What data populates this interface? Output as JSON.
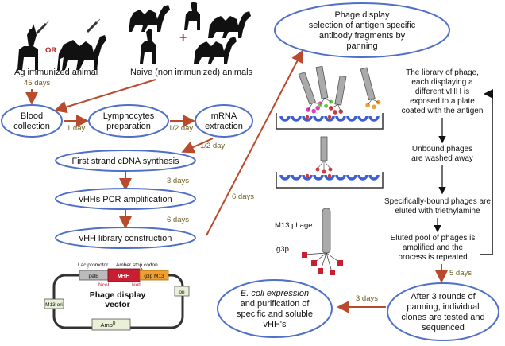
{
  "labels": {
    "ag_animal": "Ag immunized animal",
    "or": "OR",
    "naive": "Naive (non immunized) animals",
    "plus": "+",
    "t45": "45 days"
  },
  "nodes": {
    "blood": [
      "Blood",
      "collection"
    ],
    "lymph": [
      "Lymphocytes",
      "preparation"
    ],
    "mrna": [
      "mRNA",
      "extraction"
    ],
    "cdna": "First strand cDNA synthesis",
    "pcr": "vHHs PCR amplification",
    "lib": "vHH library construction",
    "phage_panning": [
      "Phage display",
      "selection of antigen specific",
      "antibody fragments by",
      "panning"
    ],
    "ecoli": [
      "E. coli expression",
      "and purification of",
      "specific and soluble",
      "vHH's"
    ],
    "rounds": [
      "After 3 rounds of",
      "panning, individual",
      "clones are tested and",
      "sequenced"
    ]
  },
  "times": {
    "t1day": "1 day",
    "t12day_a": "1/2 day",
    "t12day_b": "1/2 day",
    "t3days_a": "3 days",
    "t6days_a": "6 days",
    "t6days_b": "6 days",
    "t5days": "5 days",
    "t3days_b": "3 days"
  },
  "vector": {
    "lac": "Lac promotor",
    "amber": "Amber stop codon",
    "pelb": "pelB",
    "vhh": "vHH",
    "g3p": "g3p M13",
    "ncoi": "NcoI",
    "noti": "NotI",
    "title": [
      "Phage display",
      "vector"
    ],
    "m13ori": "M13 ori",
    "ori": "ori",
    "amp": "Amp",
    "amp_sup": "R"
  },
  "side_texts": {
    "library": [
      "The library of phage,",
      "each displaying a",
      "different vHH is",
      "exposed to a plate",
      "coated with the antigen"
    ],
    "unbound": [
      "Unbound phages",
      "are washed away"
    ],
    "eluted": [
      "Specifically-bound phages are",
      "eluted with triethylamine"
    ],
    "m13": "M13 phage",
    "g3p": "g3p",
    "pool": [
      "Eluted pool of phages is",
      "amplified and the",
      "process is repeated"
    ]
  },
  "colors": {
    "ellipse_stroke": "#4f6fc9",
    "arrow": "#b94a2b",
    "well": "#3d5fd6",
    "antigen": "#d23a3a",
    "vhh_red": "#c81e32",
    "g3p_orange": "#f0a030"
  }
}
